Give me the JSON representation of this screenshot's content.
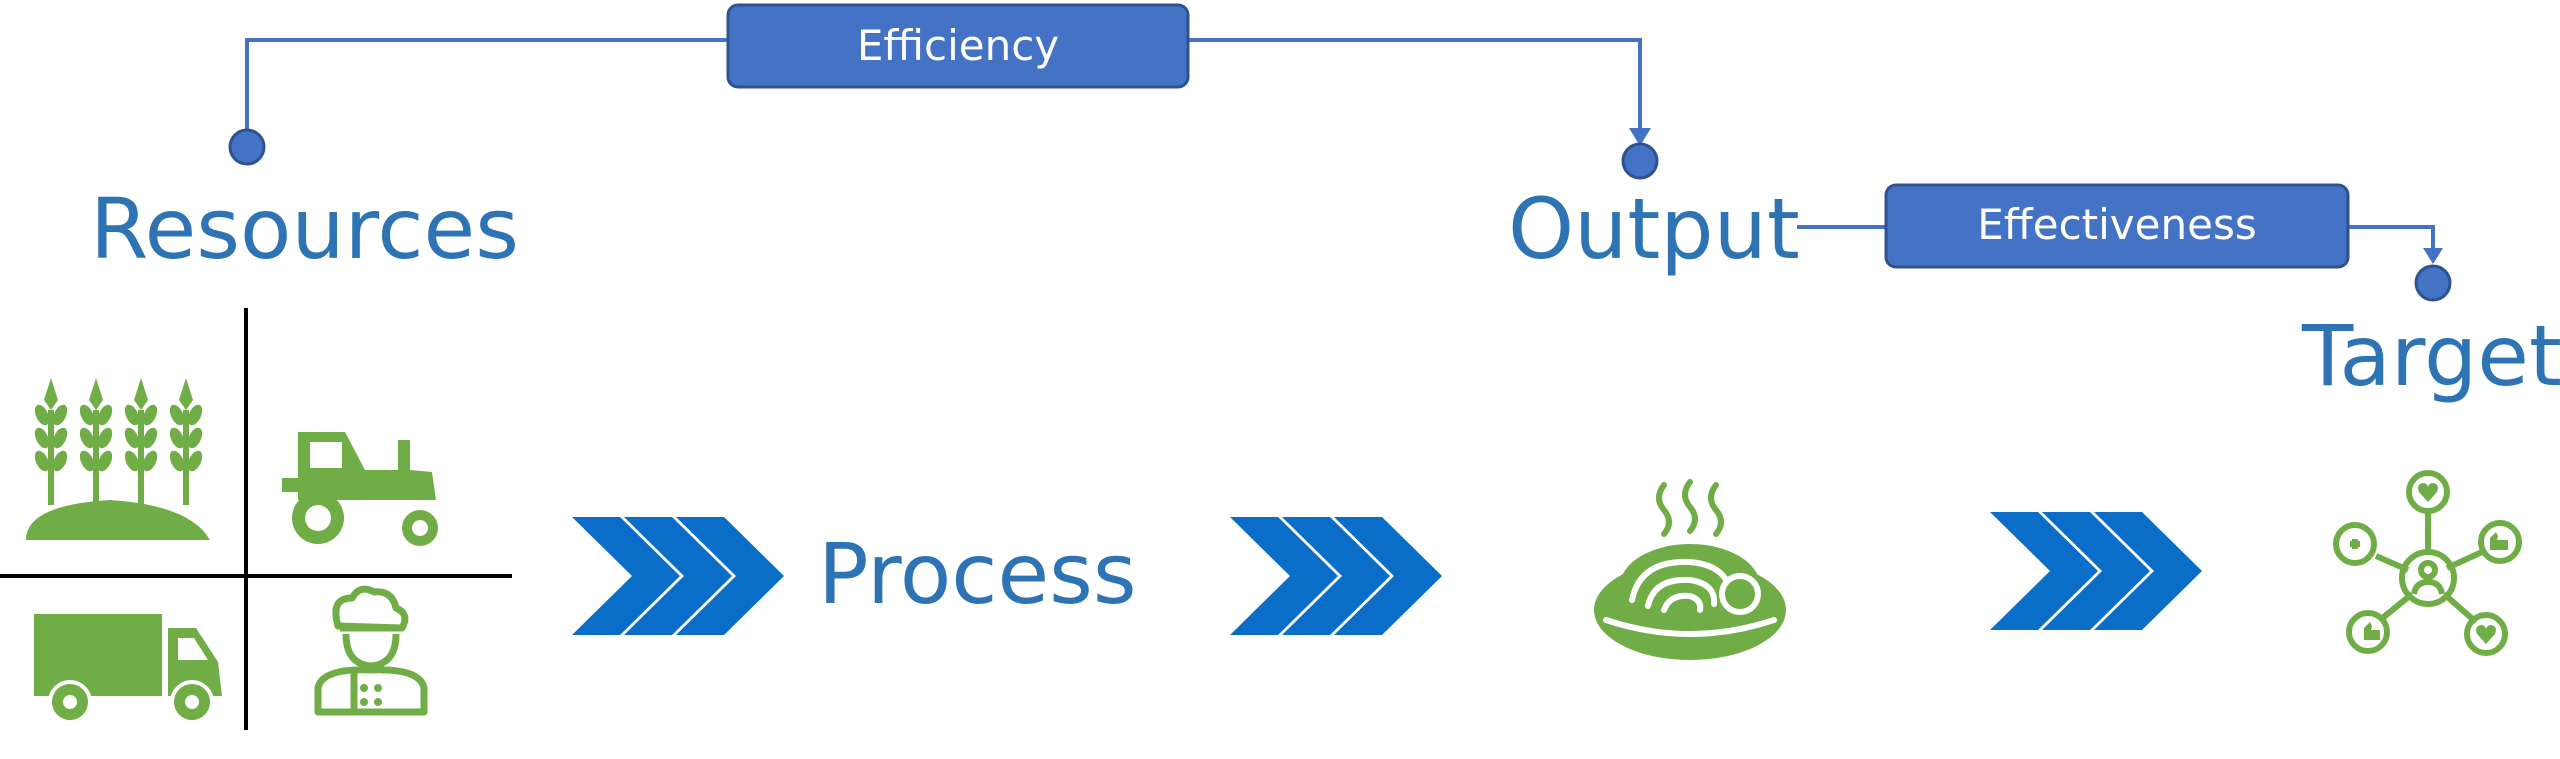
{
  "labels": {
    "resources": "Resources",
    "process": "Process",
    "output": "Output",
    "target": "Target"
  },
  "badges": {
    "efficiency": "Efficiency",
    "effectiveness": "Effectiveness"
  },
  "colors": {
    "label_text": "#2e74b5",
    "badge_fill": "#4472c4",
    "badge_border": "#2f528f",
    "badge_text": "#ffffff",
    "connector": "#4472c4",
    "chevron": "#0a6ec8",
    "icon_green": "#70ad47",
    "divider": "#000000"
  },
  "icons": {
    "resources": [
      "wheat-field-icon",
      "tractor-icon",
      "truck-icon",
      "chef-icon"
    ],
    "output": "noodle-dish-icon",
    "target": "customer-network-icon",
    "flow": "triple-chevron-arrow-icon"
  }
}
